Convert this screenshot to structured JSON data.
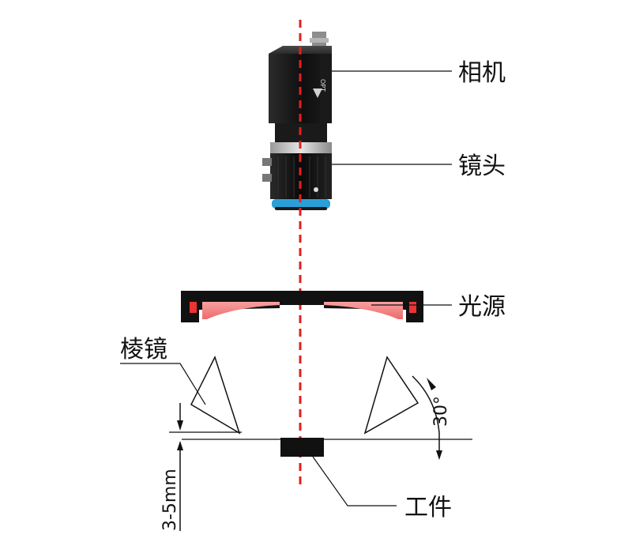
{
  "labels": {
    "camera": "相机",
    "lens": "镜头",
    "light_source": "光源",
    "prism": "棱镜",
    "workpiece": "工件",
    "angle": "30°",
    "distance": "3-5mm",
    "brand": "OPT"
  },
  "colors": {
    "axis_line": "#e02020",
    "light_glow": "#f08080",
    "light_body": "#111111",
    "lens_ring": "#2a9fd6"
  },
  "icons": {
    "camera": "camera-icon",
    "lens": "lens-icon",
    "light": "ring-light-icon"
  }
}
